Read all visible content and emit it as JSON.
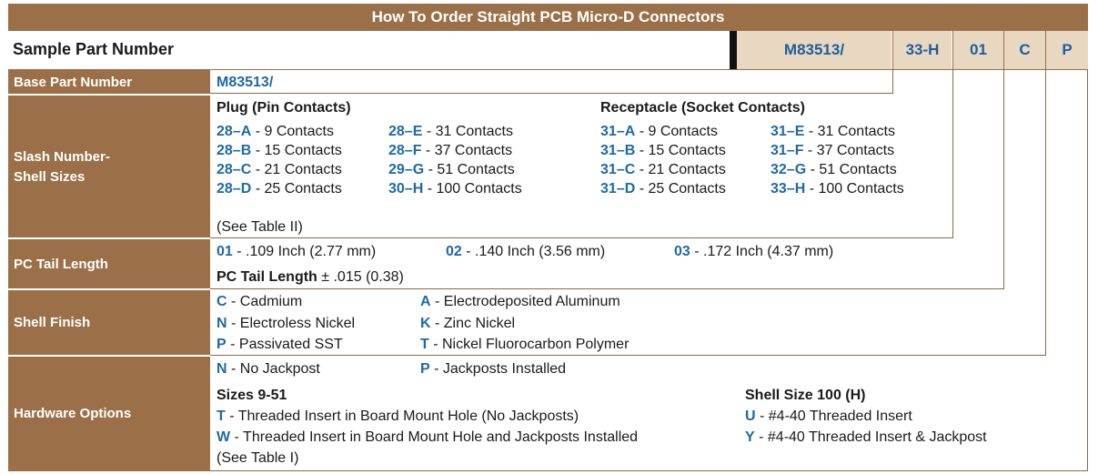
{
  "title": "How To Order Straight PCB Micro-D Connectors",
  "sample": {
    "label": "Sample Part Number",
    "codes": [
      "M83513/",
      "33-H",
      "01",
      "C",
      "P"
    ]
  },
  "rows": {
    "base": {
      "label": "Base Part Number",
      "value": "M83513/"
    },
    "slash": {
      "label_line1": "Slash Number-",
      "label_line2": "Shell Sizes",
      "plug_heading": "Plug (Pin Contacts)",
      "receptacle_heading": "Receptacle (Socket Contacts)",
      "plug": [
        {
          "code": "28–A",
          "desc": " - 9 Contacts"
        },
        {
          "code": "28–B",
          "desc": " - 15 Contacts"
        },
        {
          "code": "28–C",
          "desc": " - 21 Contacts"
        },
        {
          "code": "28–D",
          "desc": " - 25 Contacts"
        },
        {
          "code": "28–E",
          "desc": " - 31 Contacts"
        },
        {
          "code": "28–F",
          "desc": " - 37 Contacts"
        },
        {
          "code": "29–G",
          "desc": " - 51 Contacts"
        },
        {
          "code": "30–H",
          "desc": " - 100  Contacts"
        }
      ],
      "receptacle": [
        {
          "code": "31–A",
          "desc": " - 9 Contacts"
        },
        {
          "code": "31–B",
          "desc": " - 15 Contacts"
        },
        {
          "code": "31–C",
          "desc": " - 21 Contacts"
        },
        {
          "code": "31–D",
          "desc": " - 25 Contacts"
        },
        {
          "code": "31–E",
          "desc": " - 31 Contacts"
        },
        {
          "code": "31–F",
          "desc": " - 37 Contacts"
        },
        {
          "code": "32–G",
          "desc": " - 51 Contacts"
        },
        {
          "code": "33–H",
          "desc": " - 100  Contacts"
        }
      ],
      "note": "(See Table II)"
    },
    "tail": {
      "label": "PC Tail Length",
      "options": [
        {
          "code": "01",
          "desc": " - .109 Inch (2.77 mm)"
        },
        {
          "code": "02",
          "desc": " - .140 Inch (3.56 mm)"
        },
        {
          "code": "03",
          "desc": " - .172 Inch (4.37 mm)"
        }
      ],
      "tolerance_label": "PC Tail Length",
      "tolerance_value": " ± .015 (0.38)"
    },
    "finish": {
      "label": "Shell Finish",
      "options": [
        {
          "code": "C",
          "desc": " - Cadmium"
        },
        {
          "code": "N",
          "desc": " - Electroless Nickel"
        },
        {
          "code": "P",
          "desc": " - Passivated SST"
        },
        {
          "code": "A",
          "desc": " - Electrodeposited Aluminum"
        },
        {
          "code": "K",
          "desc": " - Zinc Nickel"
        },
        {
          "code": "T",
          "desc": " - Nickel Fluorocarbon Polymer"
        }
      ]
    },
    "hardware": {
      "label": "Hardware Options",
      "basic": [
        {
          "code": "N",
          "desc": " - No Jackpost"
        },
        {
          "code": "P",
          "desc": " - Jackposts Installed"
        }
      ],
      "sizes_heading": "Sizes 9-51",
      "sizes_options": [
        {
          "code": "T",
          "desc": " - Threaded Insert in Board Mount Hole (No Jackposts)"
        },
        {
          "code": "W",
          "desc": " - Threaded Insert in Board Mount Hole and Jackposts Installed"
        }
      ],
      "shell100_heading": "Shell Size 100 (H)",
      "shell100_options": [
        {
          "code": "U",
          "desc": " - #4-40 Threaded Insert"
        },
        {
          "code": "Y",
          "desc": " - #4-40 Threaded Insert & Jackpost"
        }
      ],
      "note": "(See Table I)"
    }
  }
}
